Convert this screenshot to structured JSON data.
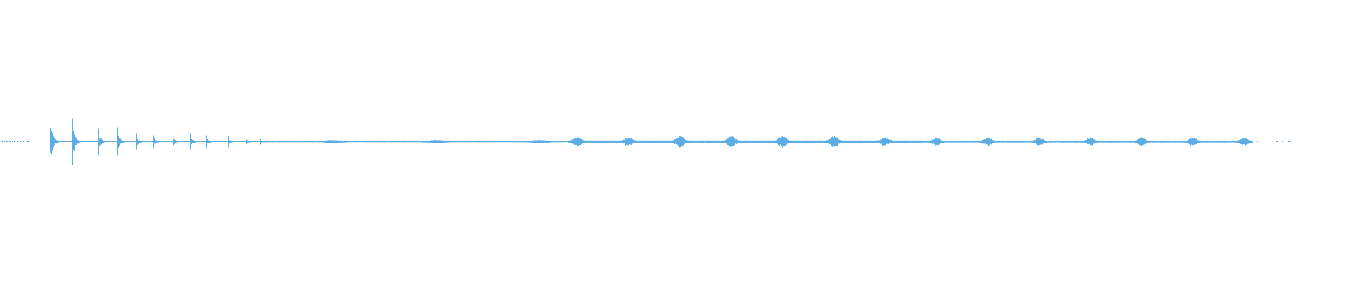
{
  "chart_data": {
    "type": "waveform",
    "title": "",
    "xlabel": "",
    "ylabel": "",
    "ylim": [
      -1,
      1
    ],
    "grid": false,
    "axes_visible": false,
    "color": "#5DADE2",
    "background": "#FFFFFF"
  }
}
